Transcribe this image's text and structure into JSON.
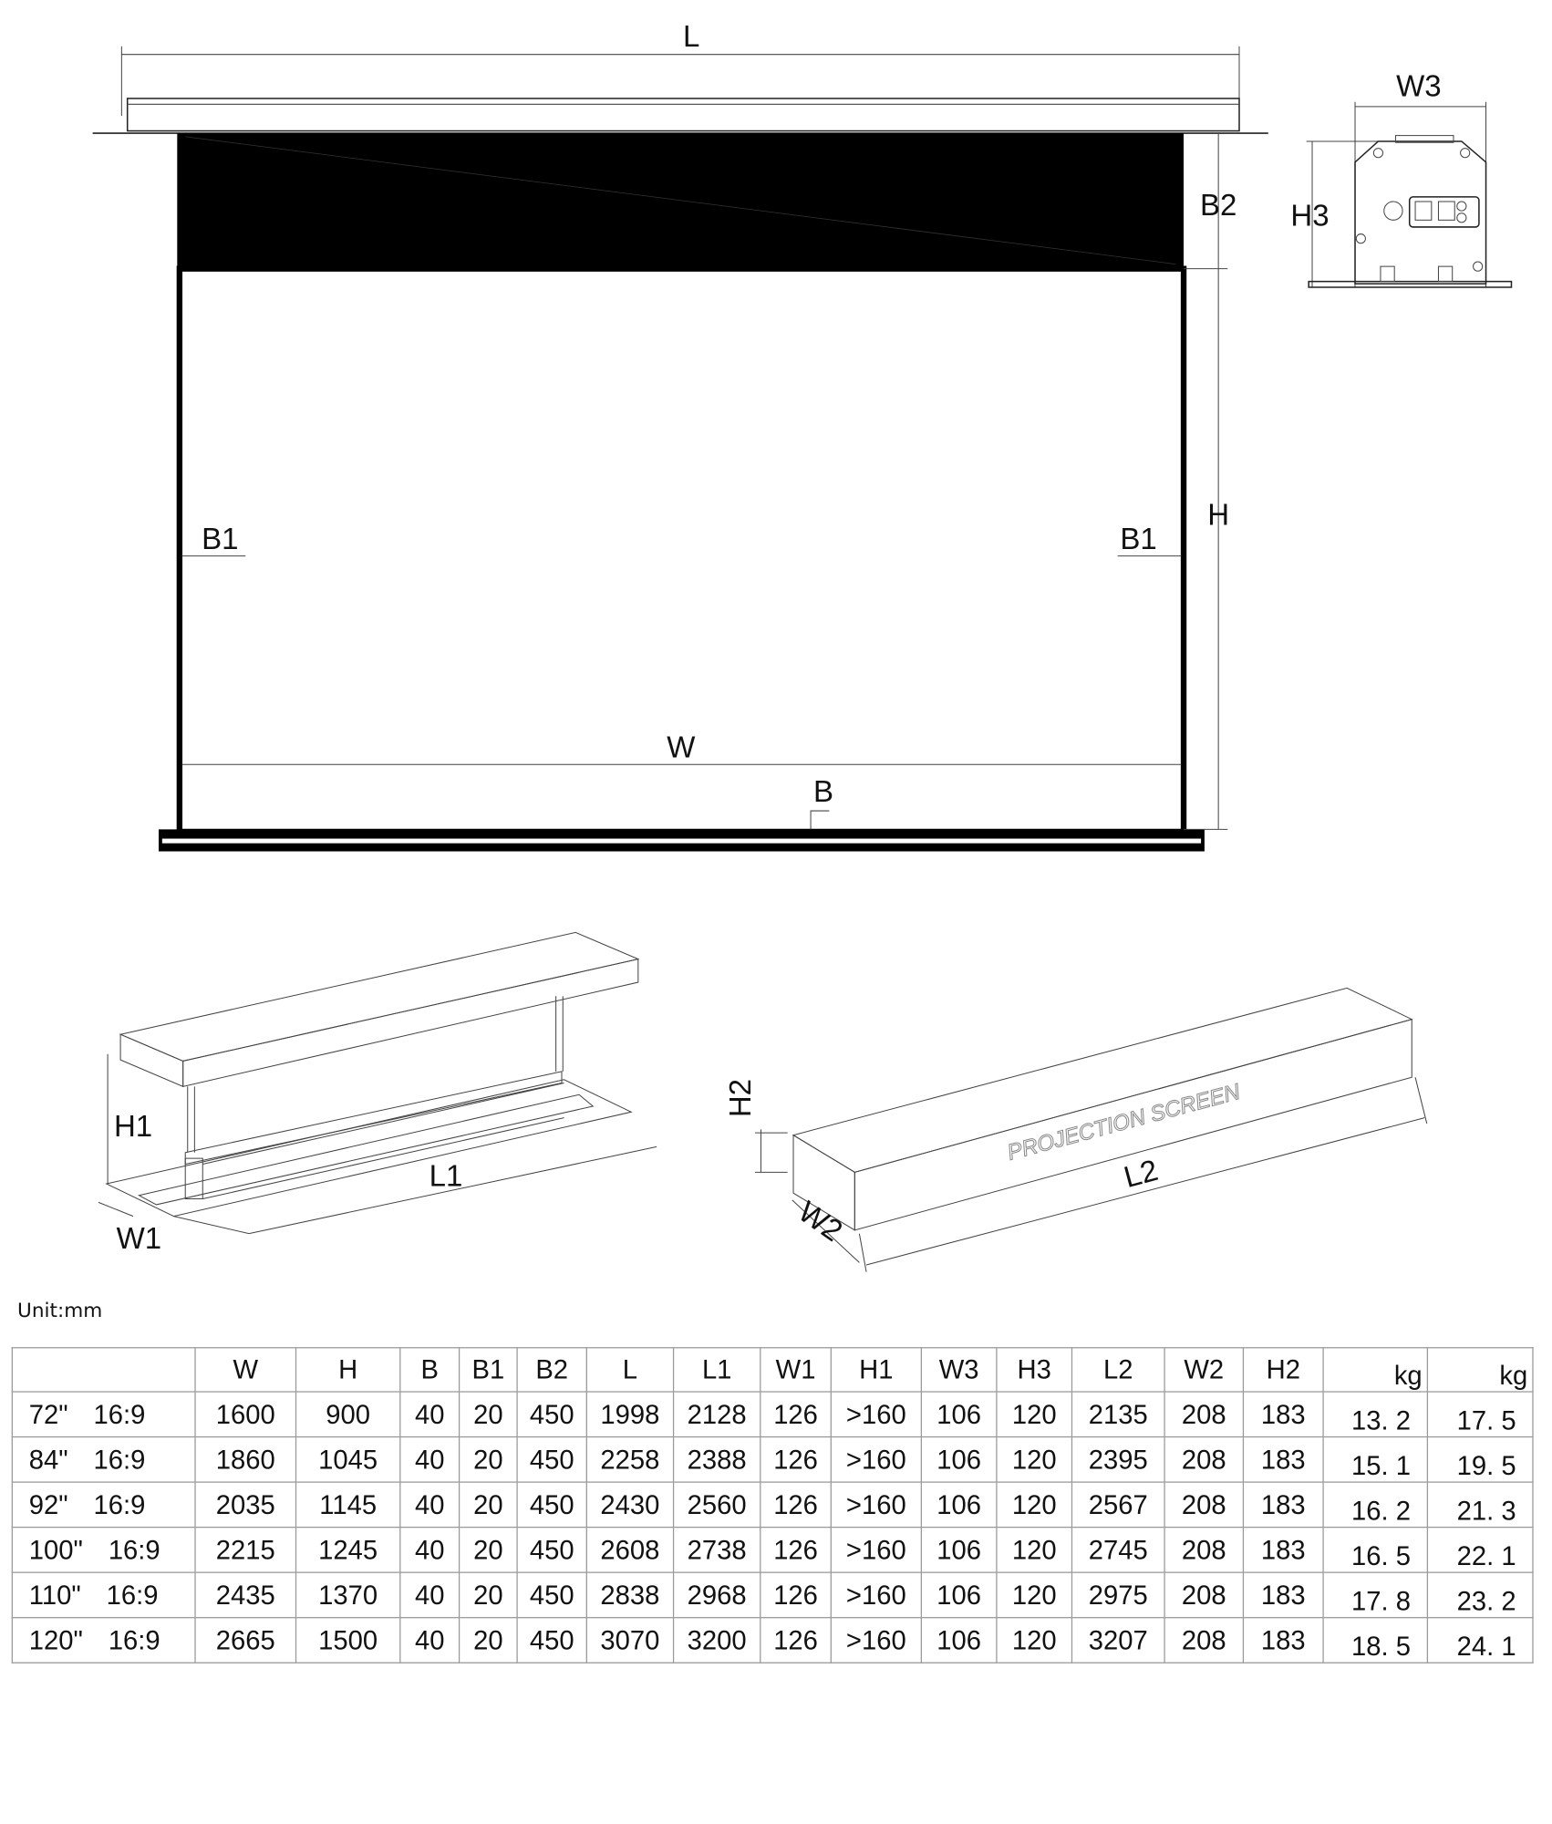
{
  "drawing": {
    "front_view": {
      "L": "L",
      "W": "W",
      "H": "H",
      "B": "B",
      "B1_left": "B1",
      "B1_right": "B1",
      "B2": "B2"
    },
    "end_cap": {
      "W3": "W3",
      "H3": "H3"
    },
    "installed_view": {
      "H1": "H1",
      "L1": "L1",
      "W1": "W1"
    },
    "package_view": {
      "H2": "H2",
      "W2": "W2",
      "L2": "L2",
      "box_print": "PROJECTION SCREEN"
    }
  },
  "unit_label": "Unit:mm",
  "table": {
    "headers": [
      "",
      "W",
      "H",
      "B",
      "B1",
      "B2",
      "L",
      "L1",
      "W1",
      "H1",
      "W3",
      "H3",
      "L2",
      "W2",
      "H2",
      "kg",
      "kg"
    ],
    "rows": [
      {
        "size": "72\"",
        "ratio": "16:9",
        "values": [
          "1600",
          "900",
          "40",
          "20",
          "450",
          "1998",
          "2128",
          "126",
          ">160",
          "106",
          "120",
          "2135",
          "208",
          "183",
          "13. 2",
          "17. 5"
        ]
      },
      {
        "size": "84\"",
        "ratio": "16:9",
        "values": [
          "1860",
          "1045",
          "40",
          "20",
          "450",
          "2258",
          "2388",
          "126",
          ">160",
          "106",
          "120",
          "2395",
          "208",
          "183",
          "15. 1",
          "19. 5"
        ]
      },
      {
        "size": "92\"",
        "ratio": "16:9",
        "values": [
          "2035",
          "1145",
          "40",
          "20",
          "450",
          "2430",
          "2560",
          "126",
          ">160",
          "106",
          "120",
          "2567",
          "208",
          "183",
          "16. 2",
          "21. 3"
        ]
      },
      {
        "size": "100\"",
        "ratio": "16:9",
        "values": [
          "2215",
          "1245",
          "40",
          "20",
          "450",
          "2608",
          "2738",
          "126",
          ">160",
          "106",
          "120",
          "2745",
          "208",
          "183",
          "16. 5",
          "22. 1"
        ]
      },
      {
        "size": "110\"",
        "ratio": "16:9",
        "values": [
          "2435",
          "1370",
          "40",
          "20",
          "450",
          "2838",
          "2968",
          "126",
          ">160",
          "106",
          "120",
          "2975",
          "208",
          "183",
          "17. 8",
          "23. 2"
        ]
      },
      {
        "size": "120\"",
        "ratio": "16:9",
        "values": [
          "2665",
          "1500",
          "40",
          "20",
          "450",
          "3070",
          "3200",
          "126",
          ">160",
          "106",
          "120",
          "3207",
          "208",
          "183",
          "18. 5",
          "24. 1"
        ]
      }
    ]
  }
}
